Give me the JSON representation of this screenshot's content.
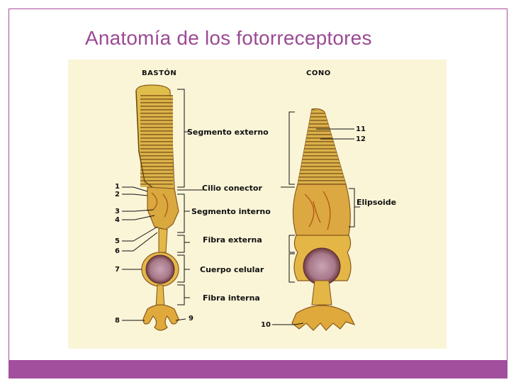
{
  "slide": {
    "title": "Anatomía de los fotorreceptores",
    "colors": {
      "accent": "#a24f9e",
      "title": "#9b4a93",
      "figure_bg": "#fbf5d8"
    }
  },
  "diagram": {
    "rod_title": "BASTÓN",
    "cone_title": "CONO",
    "regions": {
      "outer_segment": "Segmento externo",
      "connecting_cilium": "Cilio conector",
      "inner_segment": "Segmento interno",
      "outer_fiber": "Fibra externa",
      "cell_body": "Cuerpo celular",
      "inner_fiber": "Fibra interna",
      "ellipsoid": "Elipsoide"
    },
    "numbers": [
      "1",
      "2",
      "3",
      "4",
      "5",
      "6",
      "7",
      "8",
      "9",
      "10",
      "11",
      "12"
    ]
  }
}
